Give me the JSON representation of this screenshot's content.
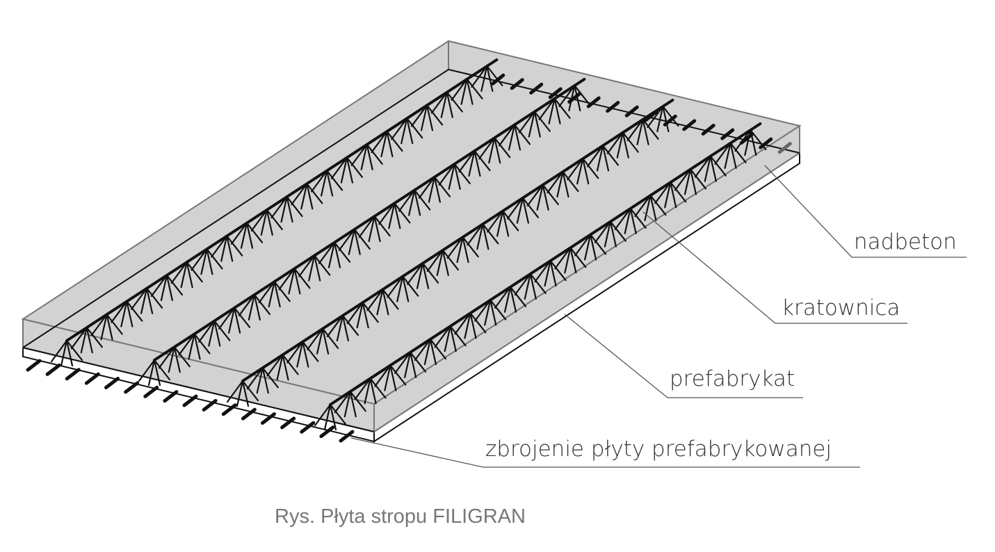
{
  "labels": {
    "nadbeton": "nadbeton",
    "kratownica": "kratownica",
    "prefabrykat": "prefabrykat",
    "zbrojenie": "zbrojenie płyty prefabrykowanej"
  },
  "caption": "Rys. Płyta stropu FILIGRAN",
  "colors": {
    "concrete": "#d3d2d3",
    "edge": "#777777",
    "steel": "#111111",
    "leader": "#555555"
  },
  "truss_count": 4
}
